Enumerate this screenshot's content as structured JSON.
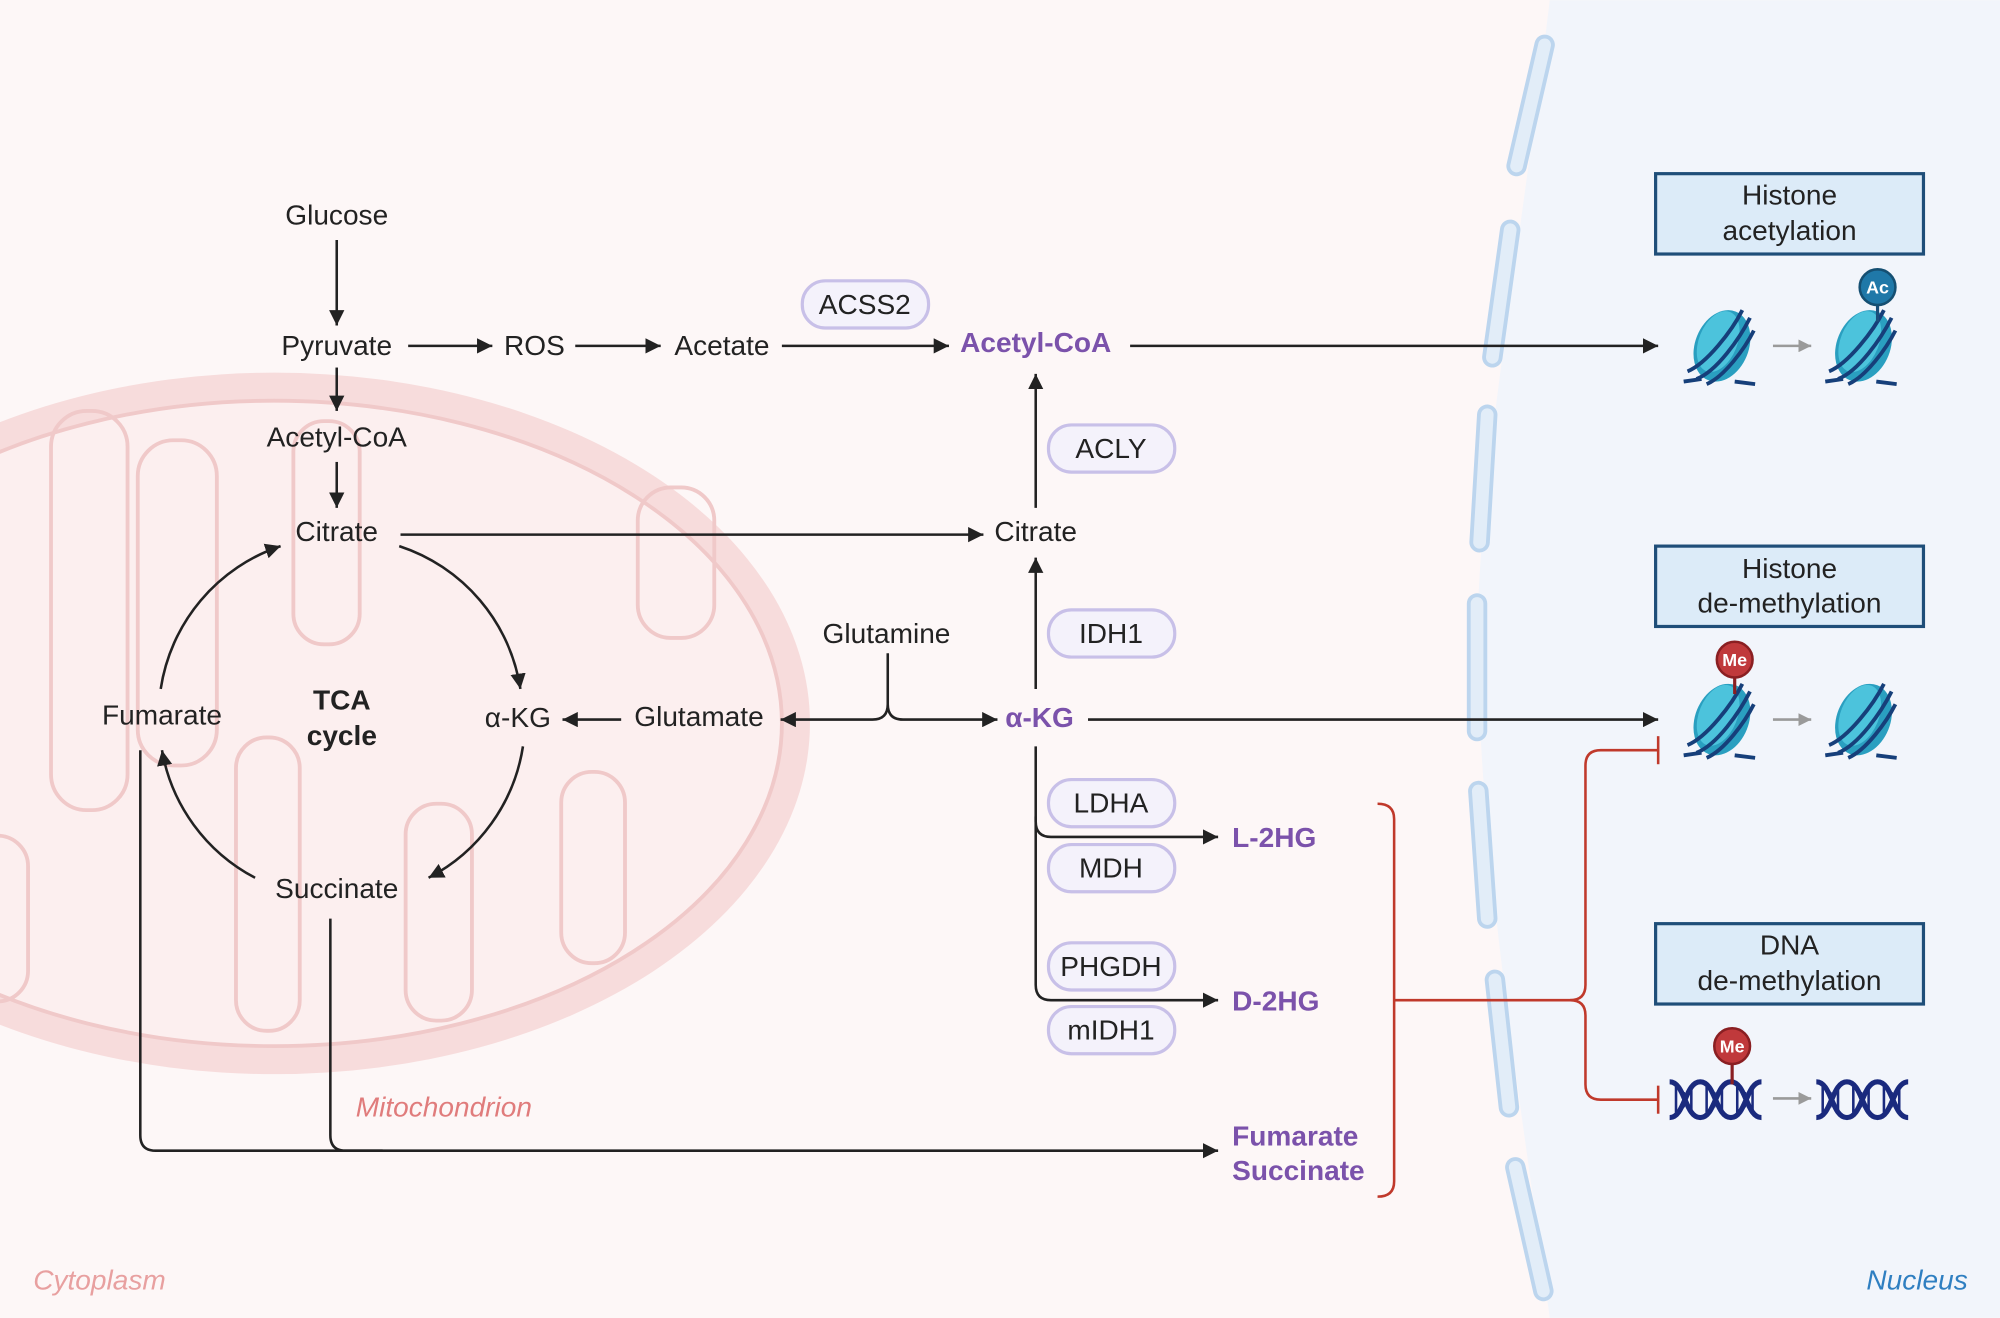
{
  "regions": {
    "cytoplasm": "Cytoplasm",
    "nucleus": "Nucleus",
    "mitochondrion": "Mitochondrion"
  },
  "metabolites": {
    "glucose": "Glucose",
    "pyruvate": "Pyruvate",
    "ros": "ROS",
    "acetate": "Acetate",
    "acetyl_coa_mito": "Acetyl-CoA",
    "citrate_mito": "Citrate",
    "akg_mito": "α-KG",
    "fumarate": "Fumarate",
    "succinate": "Succinate",
    "citrate_cyto": "Citrate",
    "glutamine": "Glutamine",
    "glutamate": "Glutamate"
  },
  "tca_cycle": [
    "TCA",
    "cycle"
  ],
  "key_metabolites": {
    "acetyl_coa": "Acetyl-CoA",
    "akg": "α-KG",
    "l2hg": "L-2HG",
    "d2hg": "D-2HG",
    "fumarate": "Fumarate",
    "succinate": "Succinate"
  },
  "enzymes": {
    "acss2": "ACSS2",
    "acly": "ACLY",
    "idh1": "IDH1",
    "ldha": "LDHA",
    "mdh": "MDH",
    "phgdh": "PHGDH",
    "midh1": "mIDH1"
  },
  "outcomes": [
    {
      "line1": "Histone",
      "line2": "acetylation"
    },
    {
      "line1": "Histone",
      "line2": "de-methylation"
    },
    {
      "line1": "DNA",
      "line2": "de-methylation"
    }
  ],
  "modifications": {
    "acetyl": "Ac",
    "methyl": "Me"
  },
  "colors": {
    "key_metabolite": "#7b52ab",
    "inhibition": "#c0392b",
    "cytoplasm_bg": "#fdf7f7",
    "nucleus_bg": "#f2f5fb",
    "mitochondrion": "#f7dcdc",
    "outcome_box": "#dcebf8",
    "nucleosome": "#2a9fc0",
    "dna": "#1a2a7e"
  }
}
